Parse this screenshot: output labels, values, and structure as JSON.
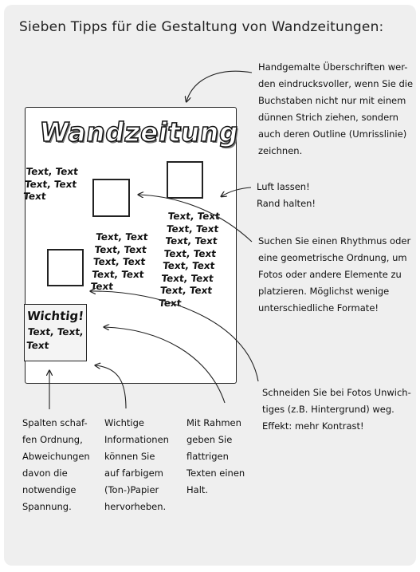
{
  "title": "Sieben Tipps für die Gestaltung von Wandzeitungen:",
  "poster": {
    "heading": "Wandzeitung",
    "text_block_1": [
      "Text, Text",
      "Text, Text",
      "Text"
    ],
    "text_block_2": [
      "Text, Text",
      "Text, Text",
      "Text, Text",
      "Text, Text",
      "Text"
    ],
    "text_block_3": [
      "Text, Text",
      "Text, Text",
      "Text, Text",
      "Text, Text",
      "Text, Text",
      "Text, Text",
      "Text, Text",
      "Text"
    ],
    "box_heading": "Wichtig!",
    "box_text": [
      "Text, Text,",
      "Text"
    ]
  },
  "notes": {
    "headline_tip": [
      "Handgemalte Überschriften wer-",
      "den eindrucksvoller, wenn Sie die",
      "Buchstaben nicht nur mit einem",
      "dünnen Strich ziehen, sondern",
      "auch deren Outline (Umrisslinie)",
      "zeichnen."
    ],
    "margin_tip": [
      "Luft lassen!",
      "Rand halten!"
    ],
    "rhythm_tip": [
      "Suchen Sie einen Rhythmus oder",
      "eine geometrische Ordnung, um",
      "Fotos oder andere Elemente zu",
      "platzieren. Möglichst wenige",
      "unterschiedliche Formate!"
    ],
    "crop_tip": [
      "Schneiden Sie bei Fotos Unwich-",
      "tiges (z.B. Hintergrund) weg.",
      "Effekt: mehr Kontrast!"
    ],
    "columns_tip": [
      "Spalten schaf-",
      "fen Ordnung,",
      "Abweichungen",
      "davon die",
      "notwendige",
      "Spannung."
    ],
    "paper_tip": [
      "Wichtige",
      "Informationen",
      "können Sie",
      "auf farbigem",
      "(Ton-)Papier",
      "hervorheben."
    ],
    "frame_tip": [
      "Mit Rahmen",
      "geben Sie",
      "flattrigen",
      "Texten einen",
      "Halt."
    ]
  }
}
